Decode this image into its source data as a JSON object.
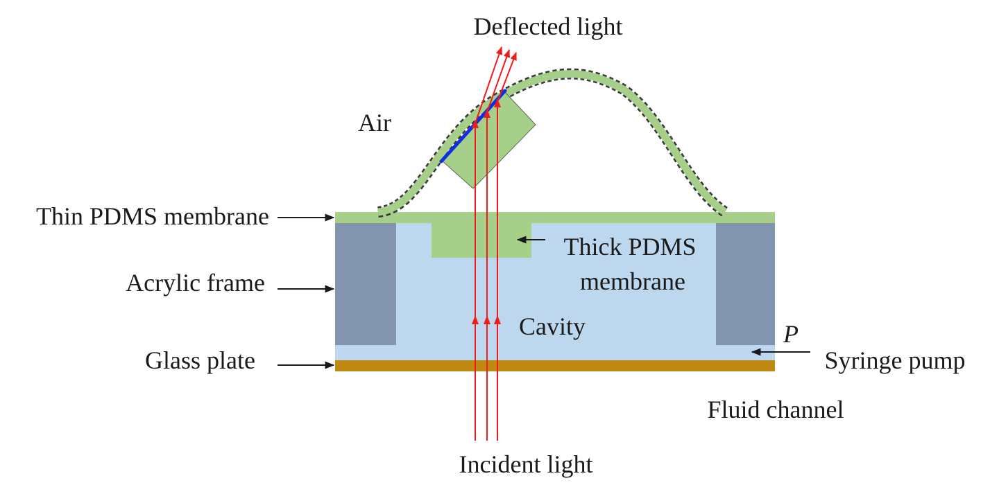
{
  "labels": {
    "deflected_light": "Deflected light",
    "air": "Air",
    "thin_membrane": "Thin PDMS membrane",
    "thick_membrane_line1": "Thick PDMS",
    "thick_membrane_line2": "membrane",
    "acrylic_frame": "Acrylic frame",
    "cavity": "Cavity",
    "glass_plate": "Glass plate",
    "pressure": "P",
    "syringe_pump": "Syringe pump",
    "fluid_channel": "Fluid channel",
    "incident_light": "Incident light"
  },
  "colors": {
    "pdms_green": "#a6cf8a",
    "cavity_blue": "#bcd7ee",
    "acrylic_gray": "#8294ae",
    "glass_gold": "#c08a12",
    "light_red": "#ee1c1c",
    "mirror_blue": "#1030e0",
    "text": "#1a1a1a"
  }
}
